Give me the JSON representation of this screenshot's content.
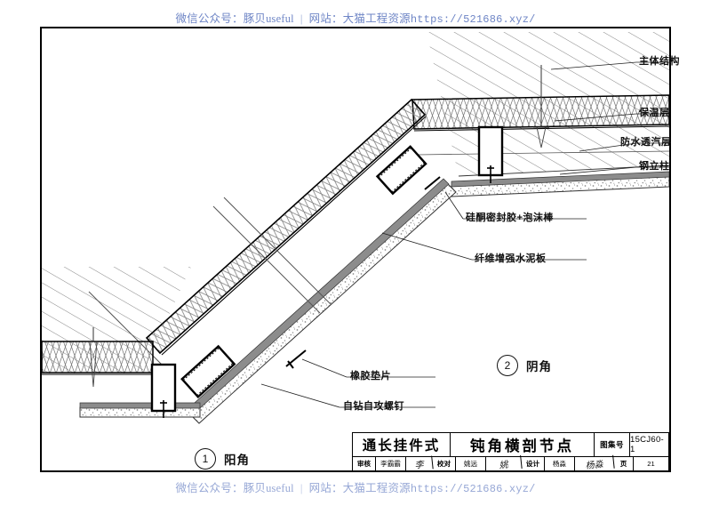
{
  "watermark": {
    "wechat_label": "微信公众号：",
    "wechat_name": "豚贝useful",
    "separator": "|",
    "site_label": "网站：",
    "site_name": "大猫工程资源",
    "url": "https://521686.xyz/"
  },
  "annotations": {
    "right": [
      {
        "id": "main-structure",
        "text": "主体结构"
      },
      {
        "id": "insulation-layer",
        "text": "保温层"
      },
      {
        "id": "waterproof-layer",
        "text": "防水透汽层"
      },
      {
        "id": "steel-column",
        "text": "钢立柱"
      }
    ],
    "middle": [
      {
        "id": "silicone-sealant",
        "text": "硅酮密封胶+泡沫棒"
      },
      {
        "id": "cement-board",
        "text": "纤维增强水泥板"
      }
    ],
    "lower": [
      {
        "id": "rubber-gasket",
        "text": "橡胶垫片"
      },
      {
        "id": "self-drilling-screw",
        "text": "自钻自攻螺钉"
      }
    ]
  },
  "callouts": [
    {
      "number": "1",
      "name": "阳角"
    },
    {
      "number": "2",
      "name": "阴角"
    }
  ],
  "title_block": {
    "series": "通长挂件式",
    "drawing_name": "钝角横剖节点",
    "atlas_label": "图集号",
    "atlas_number": "15CJ60-1",
    "page_label": "页",
    "page_number": "21",
    "approve_label": "审核",
    "approve_name": "李霸霸",
    "approve_sign": "李",
    "check_label": "校对",
    "check_name": "姚远",
    "check_sign": "姚",
    "design_label": "设计",
    "design_name": "杨淼",
    "design_sign": "杨淼"
  },
  "colors": {
    "ink": "#000000",
    "watermark": "#6f86c6",
    "hatch": "#555555",
    "board_fill": "#ffffff",
    "stipple": "#888888"
  }
}
